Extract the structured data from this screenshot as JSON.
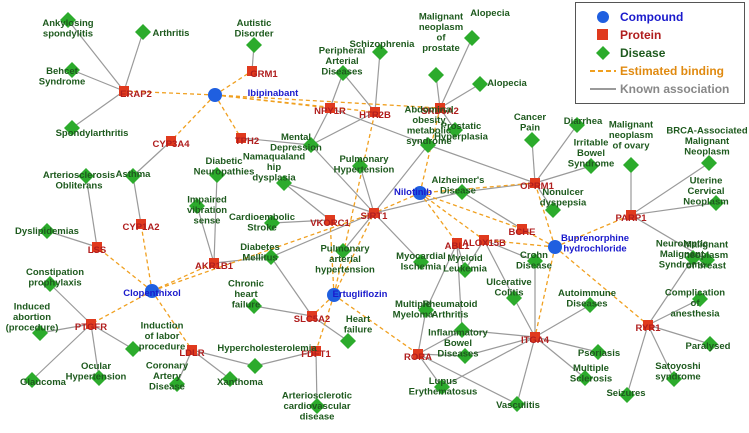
{
  "colors": {
    "compound": "#1f5fe0",
    "protein": "#e03a1e",
    "disease": "#2cab2c",
    "compound_text": "#1a1acc",
    "protein_text": "#b01e1e",
    "disease_text": "#1e5a1e",
    "estimated_edge": "#f0a020",
    "known_edge": "#9a9a9a"
  },
  "legend": {
    "compound": "Compound",
    "protein": "Protein",
    "disease": "Disease",
    "estimated": "Estimated binding",
    "known": "Known association"
  },
  "nodes": [
    {
      "id": "ibip",
      "type": "compound",
      "label": [
        "Ibipinabant"
      ]
    },
    {
      "id": "nilo",
      "type": "compound",
      "label": [
        "Nilotinib"
      ]
    },
    {
      "id": "bupr",
      "type": "compound",
      "label": [
        "Buprenorphine",
        "hydrochloride"
      ]
    },
    {
      "id": "clop",
      "type": "compound",
      "label": [
        "Clopenthixol"
      ]
    },
    {
      "id": "ertu",
      "type": "compound",
      "label": [
        "Ertugliflozin"
      ]
    },
    {
      "id": "erap2",
      "type": "protein",
      "label": [
        "ERAP2"
      ]
    },
    {
      "id": "grm1",
      "type": "protein",
      "label": [
        "GRM1"
      ]
    },
    {
      "id": "npy1r",
      "type": "protein",
      "label": [
        "NPY1R"
      ]
    },
    {
      "id": "htr2b",
      "type": "protein",
      "label": [
        "HTR2B"
      ]
    },
    {
      "id": "srd5a2",
      "type": "protein",
      "label": [
        "SRD5A2"
      ]
    },
    {
      "id": "cyp3a4",
      "type": "protein",
      "label": [
        "CYP3A4"
      ]
    },
    {
      "id": "tph2",
      "type": "protein",
      "label": [
        "TPH2"
      ]
    },
    {
      "id": "oprm1",
      "type": "protein",
      "label": [
        "OPRM1"
      ]
    },
    {
      "id": "cyp1a2",
      "type": "protein",
      "label": [
        "CYP1A2"
      ]
    },
    {
      "id": "sirt1",
      "type": "protein",
      "label": [
        "SIRT1"
      ]
    },
    {
      "id": "vkorc1",
      "type": "protein",
      "label": [
        "VKORC1"
      ]
    },
    {
      "id": "bche",
      "type": "protein",
      "label": [
        "BCHE"
      ]
    },
    {
      "id": "parp1",
      "type": "protein",
      "label": [
        "PARP1"
      ]
    },
    {
      "id": "lss",
      "type": "protein",
      "label": [
        "LSS"
      ]
    },
    {
      "id": "akr1b1",
      "type": "protein",
      "label": [
        "AKR1B1"
      ]
    },
    {
      "id": "alox15b",
      "type": "protein",
      "label": [
        "ALOX15B"
      ]
    },
    {
      "id": "abl1",
      "type": "protein",
      "label": [
        "ABL1"
      ]
    },
    {
      "id": "ptgfr",
      "type": "protein",
      "label": [
        "PTGFR"
      ]
    },
    {
      "id": "slc5a2",
      "type": "protein",
      "label": [
        "SLC5A2"
      ]
    },
    {
      "id": "ryr1",
      "type": "protein",
      "label": [
        "RYR1"
      ]
    },
    {
      "id": "ldlr",
      "type": "protein",
      "label": [
        "LDLR"
      ]
    },
    {
      "id": "fdft1",
      "type": "protein",
      "label": [
        "FDFT1"
      ]
    },
    {
      "id": "rora",
      "type": "protein",
      "label": [
        "RORA"
      ]
    },
    {
      "id": "itga4",
      "type": "protein",
      "label": [
        "ITGA4"
      ]
    },
    {
      "id": "d_anky",
      "type": "disease",
      "label": [
        "Ankylosing",
        "spondylitis"
      ]
    },
    {
      "id": "d_arth",
      "type": "disease",
      "label": [
        "Arthritis"
      ]
    },
    {
      "id": "d_autis",
      "type": "disease",
      "label": [
        "Autistic",
        "Disorder"
      ]
    },
    {
      "id": "d_behcet",
      "type": "disease",
      "label": [
        "Behcet",
        "Syndrome"
      ]
    },
    {
      "id": "d_spondy",
      "type": "disease",
      "label": [
        "Spondylarthritis"
      ]
    },
    {
      "id": "d_periph",
      "type": "disease",
      "label": [
        "Peripheral",
        "Arterial",
        "Diseases"
      ]
    },
    {
      "id": "d_schizo",
      "type": "disease",
      "label": [
        "Schizophrenia"
      ]
    },
    {
      "id": "d_malprost",
      "type": "disease",
      "label": [
        "Malignant",
        "neoplasm",
        "of",
        "prostate"
      ]
    },
    {
      "id": "d_alop1",
      "type": "disease",
      "label": [
        "Alopecia"
      ]
    },
    {
      "id": "d_alop2",
      "type": "disease",
      "label": [
        "Alopecia"
      ]
    },
    {
      "id": "d_mental",
      "type": "disease",
      "label": [
        "Mental",
        "Depression"
      ]
    },
    {
      "id": "d_abdob",
      "type": "disease",
      "label": [
        "Abdominal",
        "obesity",
        "metabolic",
        "syndrome"
      ]
    },
    {
      "id": "d_prostatic",
      "type": "disease",
      "label": [
        "Prostatic",
        "Hyperplasia"
      ]
    },
    {
      "id": "d_cancerpain",
      "type": "disease",
      "label": [
        "Cancer",
        "Pain"
      ]
    },
    {
      "id": "d_diarrhea",
      "type": "disease",
      "label": [
        "Diarrhea"
      ]
    },
    {
      "id": "d_malovary",
      "type": "disease",
      "label": [
        "Malignant",
        "neoplasm",
        "of ovary"
      ]
    },
    {
      "id": "d_brca",
      "type": "disease",
      "label": [
        "BRCA-Associated",
        "Malignant",
        "Neoplasm"
      ]
    },
    {
      "id": "d_ibs",
      "type": "disease",
      "label": [
        "Irritable",
        "Bowel",
        "Syndrome"
      ]
    },
    {
      "id": "d_asthma",
      "type": "disease",
      "label": [
        "Asthma"
      ]
    },
    {
      "id": "d_diabneur",
      "type": "disease",
      "label": [
        "Diabetic",
        "Neuropathies"
      ]
    },
    {
      "id": "d_arterio",
      "type": "disease",
      "label": [
        "Arteriosclerosis",
        "Obliterans"
      ]
    },
    {
      "id": "d_namaq",
      "type": "disease",
      "label": [
        "Namaqualand",
        "hip",
        "dysplasia"
      ]
    },
    {
      "id": "d_pulmhyp",
      "type": "disease",
      "label": [
        "Pulmonary",
        "Hypertension"
      ]
    },
    {
      "id": "d_alzh",
      "type": "disease",
      "label": [
        "Alzheimer's",
        "Disease"
      ]
    },
    {
      "id": "d_nonulcer",
      "type": "disease",
      "label": [
        "Nonulcer",
        "dyspepsia"
      ]
    },
    {
      "id": "d_uterine",
      "type": "disease",
      "label": [
        "Uterine",
        "Cervical",
        "Neoplasm"
      ]
    },
    {
      "id": "d_impvib",
      "type": "disease",
      "label": [
        "Impaired",
        "vibration",
        "sense"
      ]
    },
    {
      "id": "d_cardiom",
      "type": "disease",
      "label": [
        "Cardioembolic",
        "Stroke"
      ]
    },
    {
      "id": "d_dyslip",
      "type": "disease",
      "label": [
        "Dyslipidemias"
      ]
    },
    {
      "id": "d_pulmart",
      "type": "disease",
      "label": [
        "Pulmonary",
        "arterial",
        "hypertension"
      ]
    },
    {
      "id": "d_myocard",
      "type": "disease",
      "label": [
        "Myocardial",
        "Ischemia"
      ]
    },
    {
      "id": "d_myeloid",
      "type": "disease",
      "label": [
        "Myeloid",
        "Leukemia"
      ]
    },
    {
      "id": "d_crohn",
      "type": "disease",
      "label": [
        "Crohn",
        "Disease"
      ]
    },
    {
      "id": "d_malbreast",
      "type": "disease",
      "label": [
        "Malignant",
        "neoplasm",
        "of breast"
      ]
    },
    {
      "id": "d_neurolep",
      "type": "disease",
      "label": [
        "Neuroleptic",
        "Malignant",
        "Syndrome"
      ]
    },
    {
      "id": "d_diabmel",
      "type": "disease",
      "label": [
        "Diabetes",
        "Mellitus"
      ]
    },
    {
      "id": "d_constip",
      "type": "disease",
      "label": [
        "Constipation",
        "prophylaxis"
      ]
    },
    {
      "id": "d_chronic",
      "type": "disease",
      "label": [
        "Chronic",
        "heart",
        "failure"
      ]
    },
    {
      "id": "d_multmy",
      "type": "disease",
      "label": [
        "Multiple",
        "Myeloma"
      ]
    },
    {
      "id": "d_ulcer",
      "type": "disease",
      "label": [
        "Ulcerative",
        "Colitis"
      ]
    },
    {
      "id": "d_autoimm",
      "type": "disease",
      "label": [
        "Autoimmune",
        "Diseases"
      ]
    },
    {
      "id": "d_complic",
      "type": "disease",
      "label": [
        "Complication",
        "of",
        "anesthesia"
      ]
    },
    {
      "id": "d_induced",
      "type": "disease",
      "label": [
        "Induced",
        "abortion",
        "(procedure)"
      ]
    },
    {
      "id": "d_induction",
      "type": "disease",
      "label": [
        "Induction",
        "of labor",
        "procedure"
      ]
    },
    {
      "id": "d_rheum",
      "type": "disease",
      "label": [
        "Rheumatoid",
        "Arthritis"
      ]
    },
    {
      "id": "d_heartf",
      "type": "disease",
      "label": [
        "Heart",
        "failure"
      ]
    },
    {
      "id": "d_ibd",
      "type": "disease",
      "label": [
        "Inflammatory",
        "Bowel",
        "Diseases"
      ]
    },
    {
      "id": "d_psoriasis",
      "type": "disease",
      "label": [
        "Psoriasis"
      ]
    },
    {
      "id": "d_paralysed",
      "type": "disease",
      "label": [
        "Paralysed"
      ]
    },
    {
      "id": "d_hyperchol",
      "type": "disease",
      "label": [
        "Hypercholesterolemia"
      ]
    },
    {
      "id": "d_glaucoma",
      "type": "disease",
      "label": [
        "Glaucoma"
      ]
    },
    {
      "id": "d_ocular",
      "type": "disease",
      "label": [
        "Ocular",
        "Hypertension"
      ]
    },
    {
      "id": "d_coronary",
      "type": "disease",
      "label": [
        "Coronary",
        "Artery",
        "Disease"
      ]
    },
    {
      "id": "d_xanth",
      "type": "disease",
      "label": [
        "Xanthoma"
      ]
    },
    {
      "id": "d_arterioscard",
      "type": "disease",
      "label": [
        "Arteriosclerotic",
        "cardiovascular",
        "disease"
      ]
    },
    {
      "id": "d_lupus",
      "type": "disease",
      "label": [
        "Lupus",
        "Erythematosus"
      ]
    },
    {
      "id": "d_vasc",
      "type": "disease",
      "label": [
        "Vasculitis"
      ]
    },
    {
      "id": "d_mscler",
      "type": "disease",
      "label": [
        "Multiple",
        "Sclerosis"
      ]
    },
    {
      "id": "d_seizures",
      "type": "disease",
      "label": [
        "Seizures"
      ]
    },
    {
      "id": "d_satoyoshi",
      "type": "disease",
      "label": [
        "Satoyoshi",
        "syndrome"
      ]
    }
  ],
  "edges_estimated": [
    [
      "ibip",
      "erap2"
    ],
    [
      "ibip",
      "grm1"
    ],
    [
      "ibip",
      "npy1r"
    ],
    [
      "ibip",
      "cyp3a4"
    ],
    [
      "ibip",
      "tph2"
    ],
    [
      "ibip",
      "htr2b"
    ],
    [
      "ibip",
      "srd5a2"
    ],
    [
      "nilo",
      "sirt1"
    ],
    [
      "nilo",
      "oprm1"
    ],
    [
      "nilo",
      "bche"
    ],
    [
      "nilo",
      "srd5a2"
    ],
    [
      "nilo",
      "abl1"
    ],
    [
      "nilo",
      "alox15b"
    ],
    [
      "bupr",
      "oprm1"
    ],
    [
      "bupr",
      "parp1"
    ],
    [
      "bupr",
      "bche"
    ],
    [
      "bupr",
      "ryr1"
    ],
    [
      "bupr",
      "itga4"
    ],
    [
      "bupr",
      "alox15b"
    ],
    [
      "clop",
      "lss"
    ],
    [
      "clop",
      "cyp1a2"
    ],
    [
      "clop",
      "akr1b1"
    ],
    [
      "clop",
      "ptgfr"
    ],
    [
      "clop",
      "ldlr"
    ],
    [
      "clop",
      "sirt1"
    ],
    [
      "ertu",
      "slc5a2"
    ],
    [
      "ertu",
      "fdft1"
    ],
    [
      "ertu",
      "rora"
    ],
    [
      "ertu",
      "sirt1"
    ],
    [
      "ertu",
      "vkorc1"
    ],
    [
      "ertu",
      "htr2b"
    ]
  ],
  "edges_known": [
    [
      "erap2",
      "d_anky"
    ],
    [
      "erap2",
      "d_arth"
    ],
    [
      "erap2",
      "d_behcet"
    ],
    [
      "erap2",
      "d_spondy"
    ],
    [
      "grm1",
      "d_autis"
    ],
    [
      "npy1r",
      "d_periph"
    ],
    [
      "npy1r",
      "d_mental"
    ],
    [
      "npy1r",
      "d_abdob"
    ],
    [
      "htr2b",
      "d_schizo"
    ],
    [
      "htr2b",
      "d_periph"
    ],
    [
      "htr2b",
      "d_mental"
    ],
    [
      "srd5a2",
      "d_malprost"
    ],
    [
      "srd5a2",
      "d_alop1"
    ],
    [
      "srd5a2",
      "d_alop2"
    ],
    [
      "srd5a2",
      "d_prostatic"
    ],
    [
      "cyp3a4",
      "d_asthma"
    ],
    [
      "tph2",
      "d_mental"
    ],
    [
      "oprm1",
      "d_cancerpain"
    ],
    [
      "oprm1",
      "d_diarrhea"
    ],
    [
      "oprm1",
      "d_ibs"
    ],
    [
      "oprm1",
      "d_nonulcer"
    ],
    [
      "oprm1",
      "d_abdob"
    ],
    [
      "oprm1",
      "d_alzh"
    ],
    [
      "cyp1a2",
      "d_asthma"
    ],
    [
      "sirt1",
      "d_abdob"
    ],
    [
      "sirt1",
      "d_pulmhyp"
    ],
    [
      "sirt1",
      "d_namaq"
    ],
    [
      "sirt1",
      "d_mental"
    ],
    [
      "sirt1",
      "d_myocard"
    ],
    [
      "sirt1",
      "d_pulmart"
    ],
    [
      "sirt1",
      "d_diabmel"
    ],
    [
      "sirt1",
      "d_alzh"
    ],
    [
      "vkorc1",
      "d_cardiom"
    ],
    [
      "vkorc1",
      "d_namaq"
    ],
    [
      "bche",
      "d_alzh"
    ],
    [
      "parp1",
      "d_malovary"
    ],
    [
      "parp1",
      "d_brca"
    ],
    [
      "parp1",
      "d_uterine"
    ],
    [
      "parp1",
      "d_malbreast"
    ],
    [
      "lss",
      "d_arterio"
    ],
    [
      "lss",
      "d_dyslip"
    ],
    [
      "akr1b1",
      "d_diabneur"
    ],
    [
      "akr1b1",
      "d_impvib"
    ],
    [
      "akr1b1",
      "d_diabmel"
    ],
    [
      "alox15b",
      "d_crohn"
    ],
    [
      "alox15b",
      "d_ulcer"
    ],
    [
      "alox15b",
      "d_myeloid"
    ],
    [
      "abl1",
      "d_myeloid"
    ],
    [
      "abl1",
      "d_multmy"
    ],
    [
      "abl1",
      "d_rheum"
    ],
    [
      "ptgfr",
      "d_constip"
    ],
    [
      "ptgfr",
      "d_induced"
    ],
    [
      "ptgfr",
      "d_induction"
    ],
    [
      "ptgfr",
      "d_glaucoma"
    ],
    [
      "ptgfr",
      "d_ocular"
    ],
    [
      "slc5a2",
      "d_diabmel"
    ],
    [
      "slc5a2",
      "d_chronic"
    ],
    [
      "slc5a2",
      "d_heartf"
    ],
    [
      "ryr1",
      "d_neurolep"
    ],
    [
      "ryr1",
      "d_complic"
    ],
    [
      "ryr1",
      "d_paralysed"
    ],
    [
      "ryr1",
      "d_seizures"
    ],
    [
      "ryr1",
      "d_satoyoshi"
    ],
    [
      "ldlr",
      "d_hyperchol"
    ],
    [
      "ldlr",
      "d_coronary"
    ],
    [
      "ldlr",
      "d_xanth"
    ],
    [
      "fdft1",
      "d_hyperchol"
    ],
    [
      "fdft1",
      "d_arterioscard"
    ],
    [
      "rora",
      "d_multmy"
    ],
    [
      "rora",
      "d_ibd"
    ],
    [
      "rora",
      "d_lupus"
    ],
    [
      "rora",
      "d_rheum"
    ],
    [
      "rora",
      "d_vasc"
    ],
    [
      "itga4",
      "d_crohn"
    ],
    [
      "itga4",
      "d_ulcer"
    ],
    [
      "itga4",
      "d_autoimm"
    ],
    [
      "itga4",
      "d_psoriasis"
    ],
    [
      "itga4",
      "d_mscler"
    ],
    [
      "itga4",
      "d_vasc"
    ],
    [
      "itga4",
      "d_lupus"
    ],
    [
      "itga4",
      "d_ibd"
    ],
    [
      "itga4",
      "d_rheum"
    ]
  ]
}
